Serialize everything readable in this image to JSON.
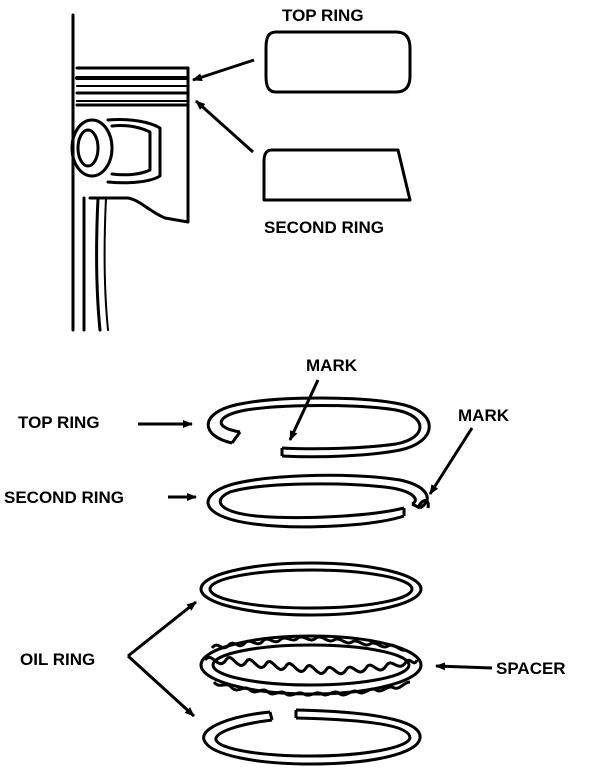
{
  "labels": {
    "top_ring_upper": "TOP RING",
    "second_ring_upper": "SECOND RING",
    "mark_center": "MARK",
    "mark_right": "MARK",
    "top_ring_lower": "TOP RING",
    "second_ring_lower": "SECOND RING",
    "oil_ring": "OIL RING",
    "spacer": "SPACER"
  },
  "colors": {
    "ink": "#000000",
    "paper": "#ffffff"
  }
}
